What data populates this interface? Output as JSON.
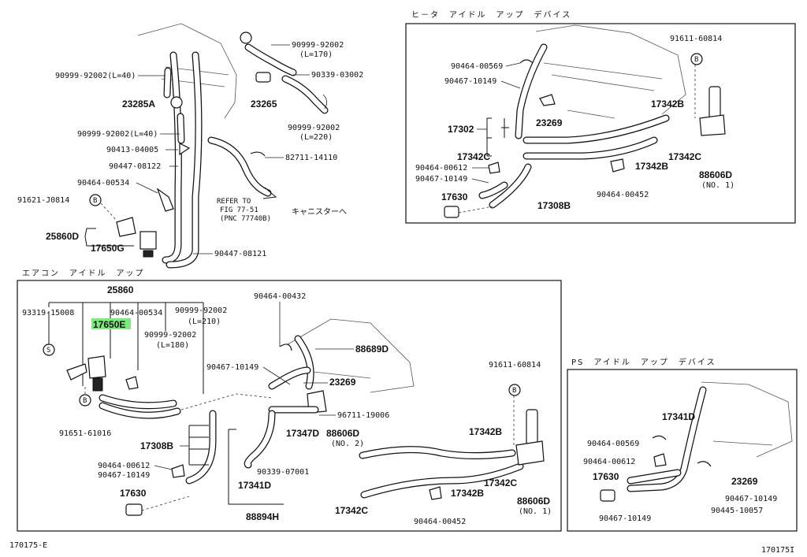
{
  "sections": {
    "heater_title": "ヒ－タ　アイドル　アップ　デバイス",
    "aircon_title": "エアコン　アイドル　アップ",
    "ps_title": "PS　アイドル　アップ　デバイス"
  },
  "labels": {
    "p_90999_92002_l170": "90999-92002",
    "l170": "(L=170)",
    "p_90339_03002": "90339-03002",
    "p_23265": "23265",
    "p_90999_92002_l220": "90999-92002",
    "l220": "(L=220)",
    "p_82711_14110": "82711-14110",
    "refer_to": "REFER TO",
    "fig_ref": "FIG 77-51",
    "pnc_ref": "(PNC 77740B)",
    "canister": "キャニスターへ",
    "p_90999_92002_l40a": "90999-92002(L=40)",
    "p_23285a": "23285A",
    "p_90999_92002_l40b": "90999-92002(L=40)",
    "p_90413_04005": "90413-04005",
    "p_90447_08122": "90447-08122",
    "p_90464_00534_top": "90464-00534",
    "p_91621_j0814": "91621-J0814",
    "b_marker_top": "B",
    "p_25860d": "25860D",
    "p_17650g": "17650G",
    "p_90447_08121": "90447-08121",
    "h_91611_60814": "91611-60814",
    "h_b_marker": "B",
    "h_90464_00569": "90464-00569",
    "h_90467_10149a": "90467-10149",
    "h_17342b_top": "17342B",
    "h_17302": "17302",
    "h_23269": "23269",
    "h_17342c_left": "17342C",
    "h_17342c_right": "17342C",
    "h_90464_00612": "90464-00612",
    "h_17342b_low": "17342B",
    "h_90467_10149b": "90467-10149",
    "h_88606d": "88606D",
    "h_no1": "(NO. 1)",
    "h_17630": "17630",
    "h_90464_00452": "90464-00452",
    "h_17308b": "17308B",
    "a_25860": "25860",
    "a_93319_15008": "93319-15008",
    "a_90464_00534": "90464-00534",
    "a_90999_92002_l210": "90999-92002",
    "l210": "(L=210)",
    "a_17650e": "17650E",
    "a_90999_92002_l180": "90999-92002",
    "l180": "(L=180)",
    "a_s_marker": "S",
    "a_b_marker": "B",
    "a_91651_61016": "91651-61016",
    "a_90464_00432": "90464-00432",
    "a_88689d": "88689D",
    "a_90467_10149": "90467-10149",
    "a_23269": "23269",
    "a_91611_60814": "91611-60814",
    "a_b_marker2": "B",
    "a_96711_19006": "96711-19006",
    "a_17347d": "17347D",
    "a_88606d_no2": "88606D",
    "no2": "(NO. 2)",
    "a_17342b_top": "17342B",
    "a_17308b": "17308B",
    "a_90464_00612": "90464-00612",
    "a_90467_10149b": "90467-10149",
    "a_90339_07001": "90339-07001",
    "a_17342c": "17342C",
    "a_17342b_low": "17342B",
    "a_17630": "17630",
    "a_17341d": "17341D",
    "a_17342c_low": "17342C",
    "a_88606d_no1": "88606D",
    "no1": "(NO. 1)",
    "a_90464_00452": "90464-00452",
    "a_88894h": "88894H",
    "ps_17341d": "17341D",
    "ps_90464_00569": "90464-00569",
    "ps_90464_00612": "90464-00612",
    "ps_17630": "17630",
    "ps_23269": "23269",
    "ps_90467_10149a": "90467-10149",
    "ps_90445_10057": "90445-10057",
    "ps_90467_10149b": "90467-10149",
    "footer_left": "170175-E",
    "footer_right": "170175I"
  },
  "highlight_color": "#7dea7d"
}
